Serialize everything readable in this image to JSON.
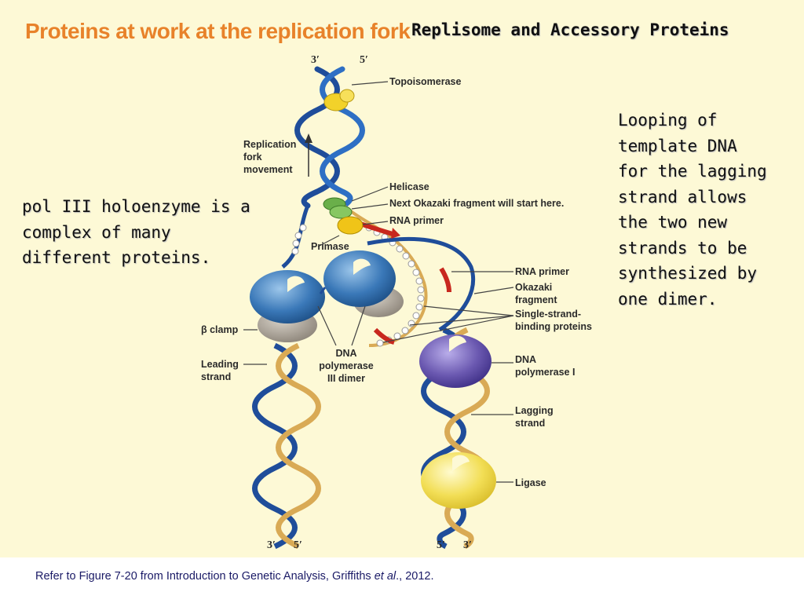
{
  "figure_title": "Proteins at work at the replication fork",
  "slide_title": "Replisome and Accessory Proteins",
  "left_note": {
    "lines": [
      "pol III holoenzyme is a",
      "complex of many",
      "different proteins."
    ]
  },
  "right_note": {
    "lines": [
      "Looping of",
      "template DNA",
      "for the lagging",
      "strand allows",
      "the two new",
      "strands to be",
      "synthesized by",
      "one dimer."
    ]
  },
  "labels": {
    "topoisomerase": "Topoisomerase",
    "fork_movement": [
      "Replication",
      "fork",
      "movement"
    ],
    "helicase": "Helicase",
    "next_okazaki": "Next Okazaki fragment will start here.",
    "rna_primer_top": "RNA primer",
    "primase": "Primase",
    "rna_primer_right": "RNA primer",
    "okazaki_fragment": [
      "Okazaki",
      "fragment"
    ],
    "ssb": [
      "Single-strand-",
      "binding proteins"
    ],
    "beta_clamp": "β clamp",
    "leading_strand": [
      "Leading",
      "strand"
    ],
    "dna_pol_iii": [
      "DNA",
      "polymerase",
      "III dimer"
    ],
    "dna_pol_i": [
      "DNA",
      "polymerase I"
    ],
    "lagging_strand": [
      "Lagging",
      "strand"
    ],
    "ligase": "Ligase"
  },
  "strand_ends": {
    "top_left": "3′",
    "top_right": "5′",
    "bottom_left_a": "3′",
    "bottom_left_b": "5′",
    "bottom_right_a": "5′",
    "bottom_right_b": "3′"
  },
  "footer": {
    "prefix": "Refer to Figure 7-20 from Introduction to Genetic Analysis, Griffiths ",
    "italic": "et al",
    "suffix": "., 2012."
  },
  "colors": {
    "background": "#fdf9d6",
    "figure_title": "#e8822a",
    "dna_blue": "#1f4d9a",
    "dna_tan": "#d9aa55",
    "pol_iii": "#3a78b8",
    "clamp": "#a79f93",
    "pol_i": "#6a58b0",
    "ligase": "#f2de55",
    "helicase": "#6aaf4a",
    "primase": "#f0c418",
    "primer": "#c8281e"
  }
}
